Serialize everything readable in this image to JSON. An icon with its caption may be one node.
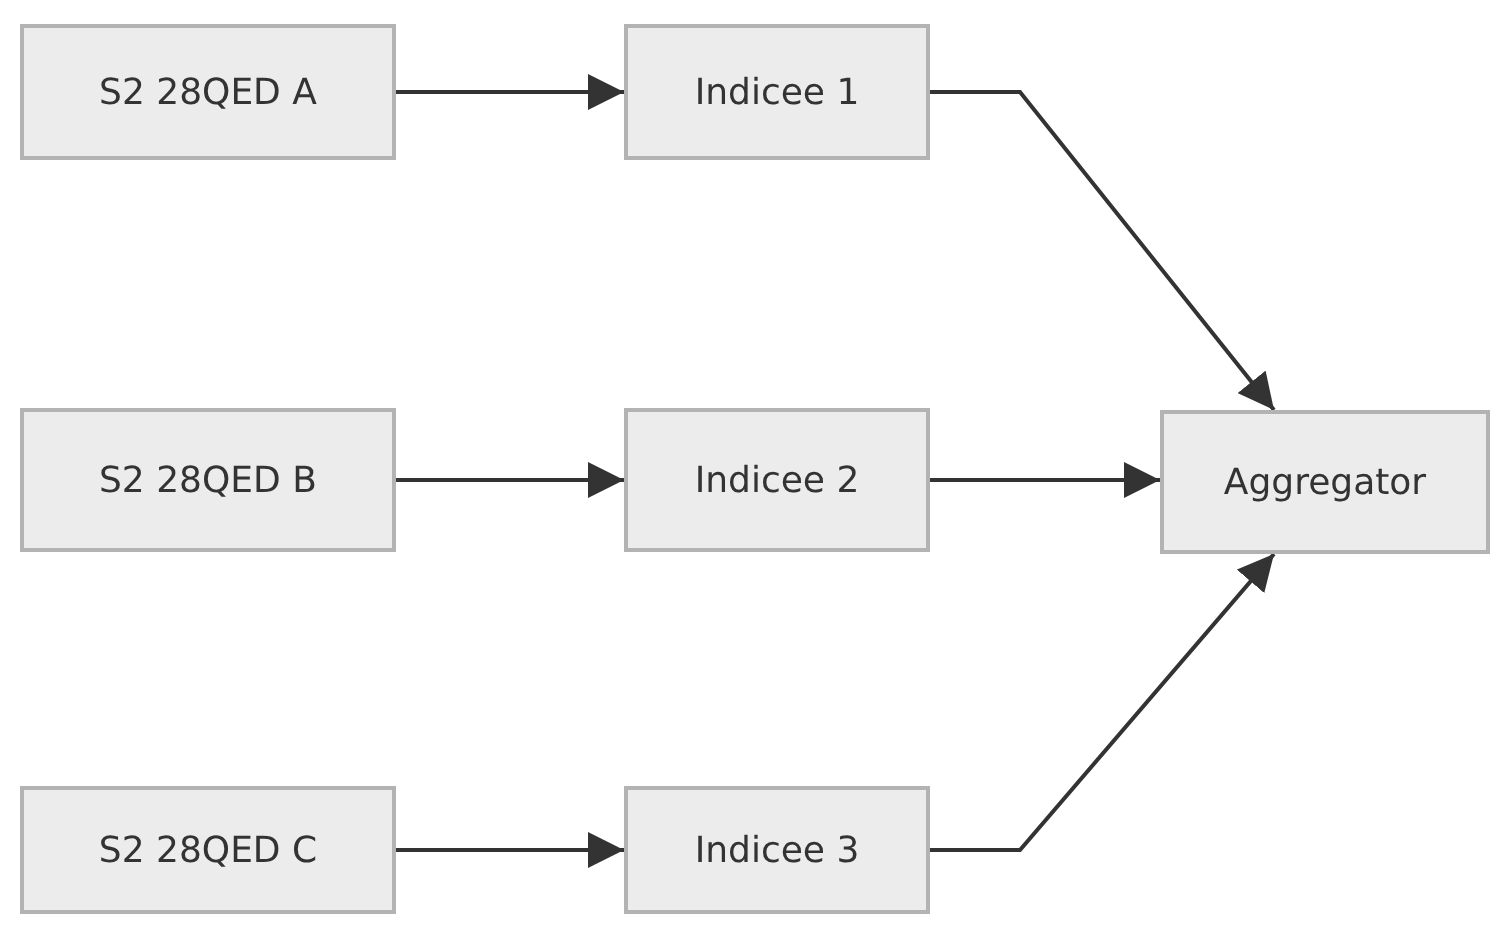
{
  "diagram": {
    "nodes": [
      {
        "text": [
          "S2 28QED A"
        ]
      },
      {
        "text": [
          "Indicee 1"
        ]
      },
      {
        "text": [
          "S2 28QED B"
        ]
      },
      {
        "text": [
          "Indicee 2"
        ]
      },
      {
        "text": [
          "Aggregator"
        ]
      },
      {
        "text": [
          "S2 28QED C"
        ]
      },
      {
        "text": [
          "Indicee 3"
        ]
      }
    ],
    "edges": [
      {
        "from": 0,
        "to": 1,
        "arrow": "to"
      },
      {
        "from": 2,
        "to": 3,
        "arrow": "to"
      },
      {
        "from": 5,
        "to": 6,
        "arrow": "to"
      },
      {
        "from": 1,
        "to": 4,
        "arrow": "to"
      },
      {
        "from": 3,
        "to": 4,
        "arrow": "to"
      },
      {
        "from": 6,
        "to": 4,
        "arrow": "to"
      }
    ]
  }
}
